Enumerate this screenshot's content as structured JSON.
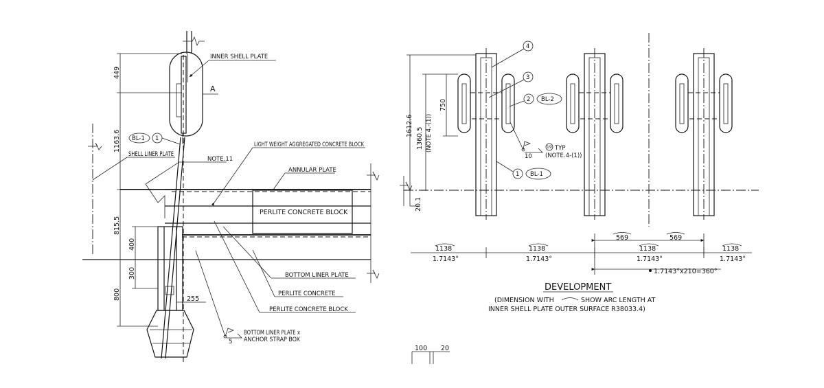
{
  "left_view": {
    "labels": {
      "inner_shell_plate": "INNER SHELL PLATE",
      "detail_a": "A",
      "shell_liner_plate": "SHELL LINER PLATE",
      "note_11": "NOTE.11",
      "lw_concrete_block": "LIGHT WEIGHT AGGREGATED CONCRETE BLOCK",
      "annular_plate": "ANNULAR PLATE",
      "perlite_concrete_block_box": "PERLITE CONCRETE BLOCK",
      "bottom_liner_plate": "BOTTOM LINER PLATE",
      "perlite_concrete": "PERLITE CONCRETE",
      "perlite_concrete_block": "PERLITE CONCRETE BLOCK",
      "anchor_note_line1": "BOTTOM LINER PLATE x",
      "anchor_note_line2": "ANCHOR STRAP BOX",
      "weld_size": "5",
      "balloon_bl1": "BL-1",
      "balloon_1": "1"
    },
    "dimensions": {
      "d449": "449",
      "d1163_6": "1163.6",
      "d815_5": "815.5",
      "d400": "400",
      "d300": "300",
      "d800": "800",
      "d255": "255"
    }
  },
  "right_view": {
    "balloons": {
      "b4": "4",
      "b3": "3",
      "b2": "2",
      "bl2": "BL-2",
      "b1": "1",
      "bl1": "BL-1"
    },
    "weld": {
      "size": "10",
      "circle": "19",
      "typ": "TYP",
      "note": "(NOTE.4-(1))"
    },
    "dimensions": {
      "d750": "750",
      "d1360_5": "1360.5",
      "d1360_note": "(NOTE 4.-(1))",
      "d1612_6": "1612.6",
      "d20_1": "20.1",
      "d569a": "569",
      "d569b": "569",
      "arc_segments": [
        {
          "length": "1138",
          "angle": "1.7143°"
        },
        {
          "length": "1138",
          "angle": "1.7143°"
        },
        {
          "length": "1138",
          "angle": "1.7143°"
        },
        {
          "length": "1138",
          "angle": "1.7143°"
        }
      ],
      "total": "1.7143°x210=360°"
    },
    "title": "DEVELOPMENT",
    "note_line1_a": "(DIMENSION WITH",
    "note_line1_b": "SHOW ARC LENGTH AT",
    "note_line2": "INNER SHELL PLATE OUTER SURFACE R38033.4)"
  },
  "scale_bar": {
    "a": "100",
    "b": "20"
  }
}
